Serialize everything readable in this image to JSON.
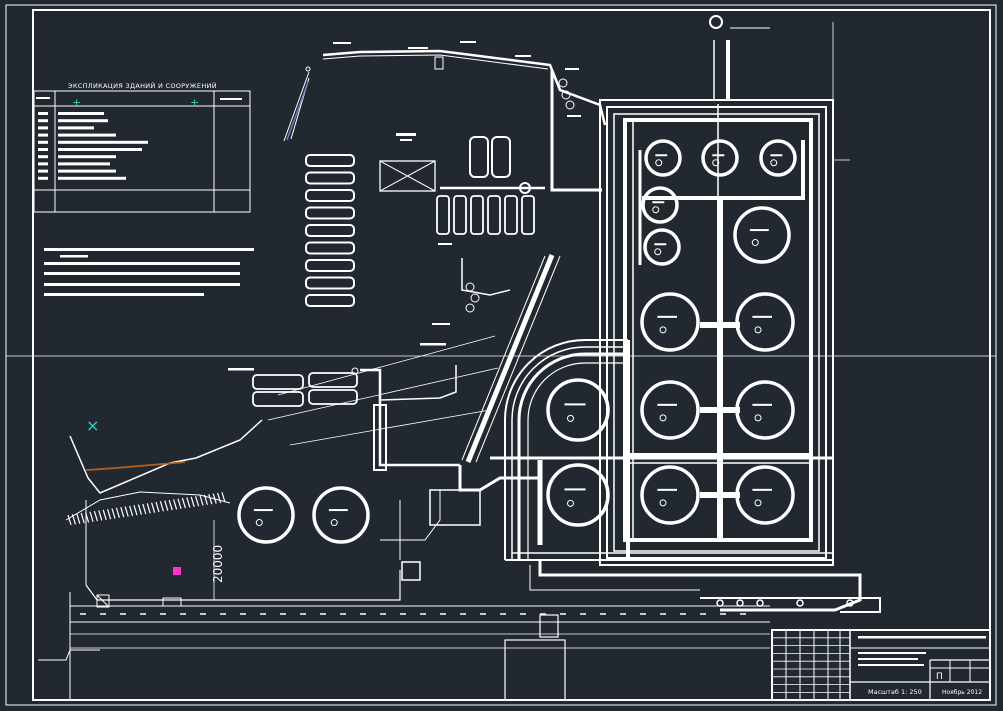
{
  "legend": {
    "title": "ЭКСПЛИКАЦИЯ ЗДАНИЙ И СООРУЖЕНИЙ"
  },
  "dimension": {
    "value": "20000"
  },
  "title_block": {
    "scale": "Масштаб 1: 250",
    "sheet_letter": "П",
    "year": "Ноябрь 2012"
  },
  "colors": {
    "background": "#212830",
    "lines": "#ffffff",
    "accent_cyan": "#2fd0c0",
    "accent_brown": "#b06020",
    "accent_magenta": "#ff33cc"
  }
}
